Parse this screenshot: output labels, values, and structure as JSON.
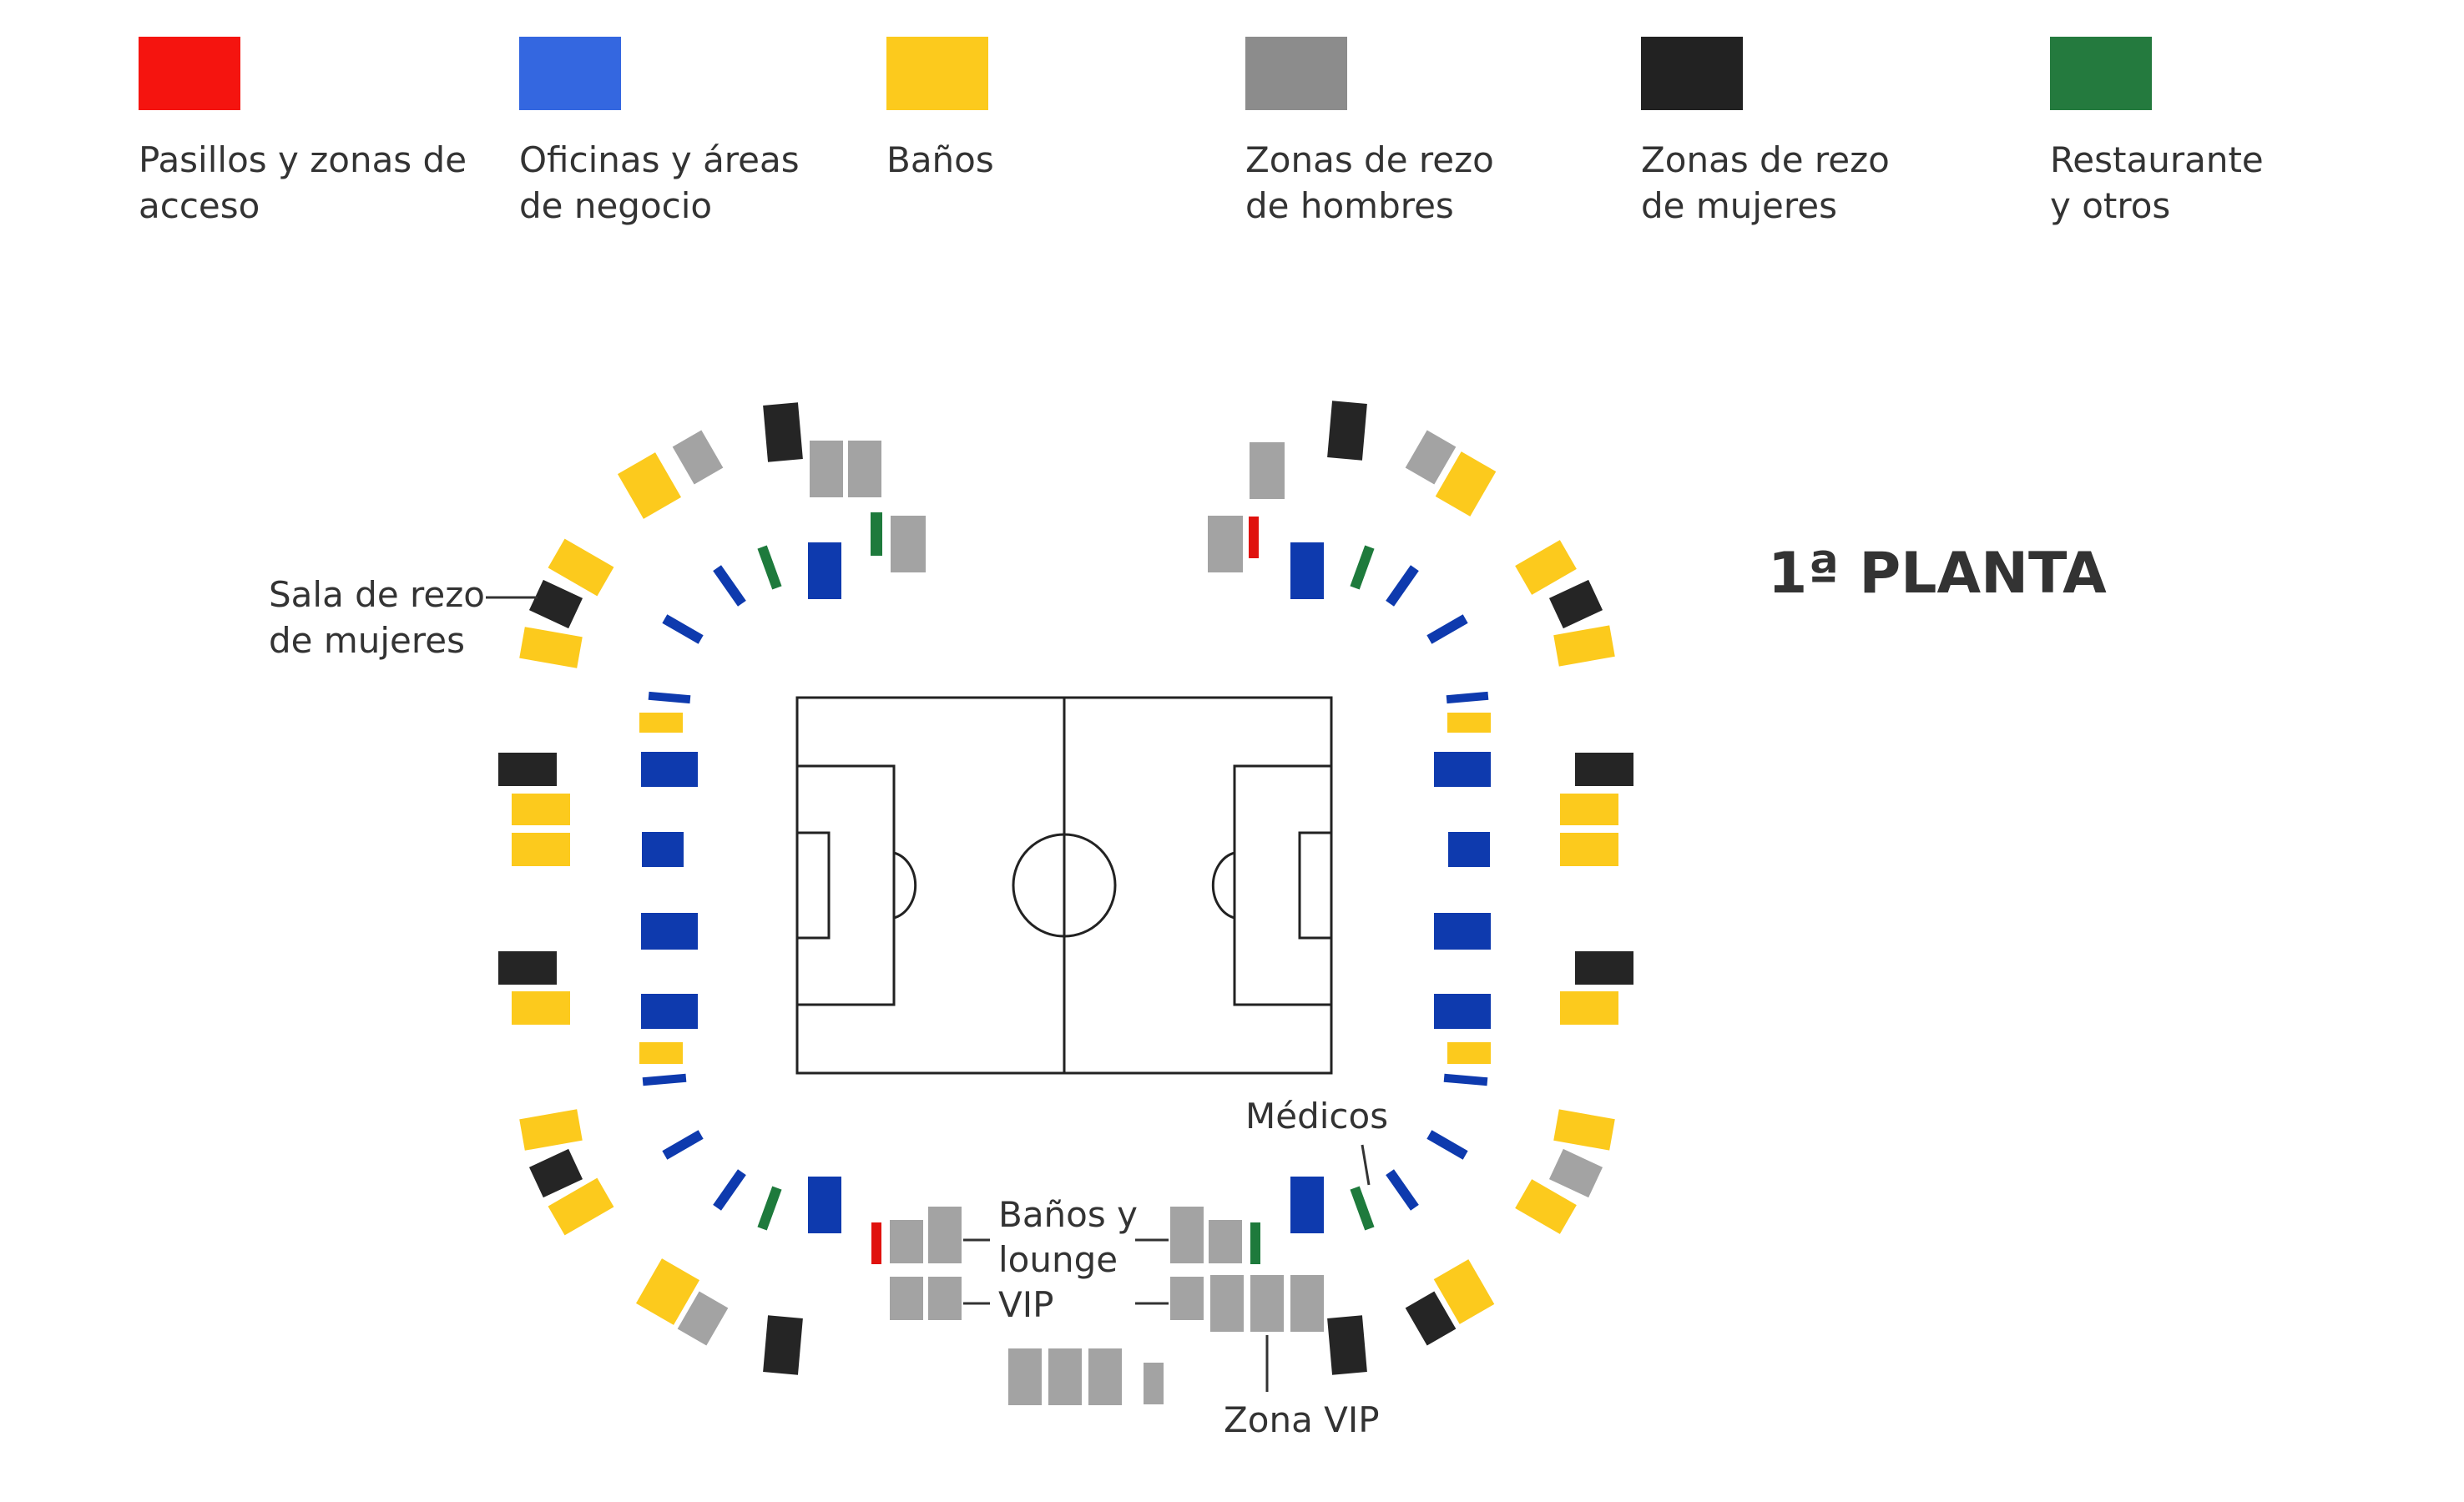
{
  "legend": [
    {
      "key": "access",
      "label": "Pasillos y zonas de\nacceso",
      "color": "#F5140F"
    },
    {
      "key": "office",
      "label": "Oficinas y áreas\nde negocio",
      "color": "#3467E0"
    },
    {
      "key": "bath",
      "label": "Baños",
      "color": "#FCCA1D"
    },
    {
      "key": "prayer_men",
      "label": "Zonas de rezo\nde hombres",
      "color": "#8C8C8C"
    },
    {
      "key": "prayer_women",
      "label": "Zonas de rezo\nde mujeres",
      "color": "#222222"
    },
    {
      "key": "restaurant",
      "label": "Restaurante\ny otros",
      "color": "#247A3E"
    }
  ],
  "map_colors": {
    "access": "#E0120E",
    "office": "#0E3AAE",
    "bath": "#FCCA1D",
    "prayer_men": "#A3A3A3",
    "prayer_women": "#252525",
    "restaurant": "#1E7A3C",
    "field_line": "#222222"
  },
  "floor_title": "1ª PLANTA",
  "callouts": {
    "women_prayer_room": [
      "Sala de rezo",
      "de mujeres"
    ],
    "doctors": "Médicos",
    "vip_baths": [
      "Baños y",
      "lounge",
      "VIP"
    ],
    "vip_zone": "Zona VIP"
  }
}
